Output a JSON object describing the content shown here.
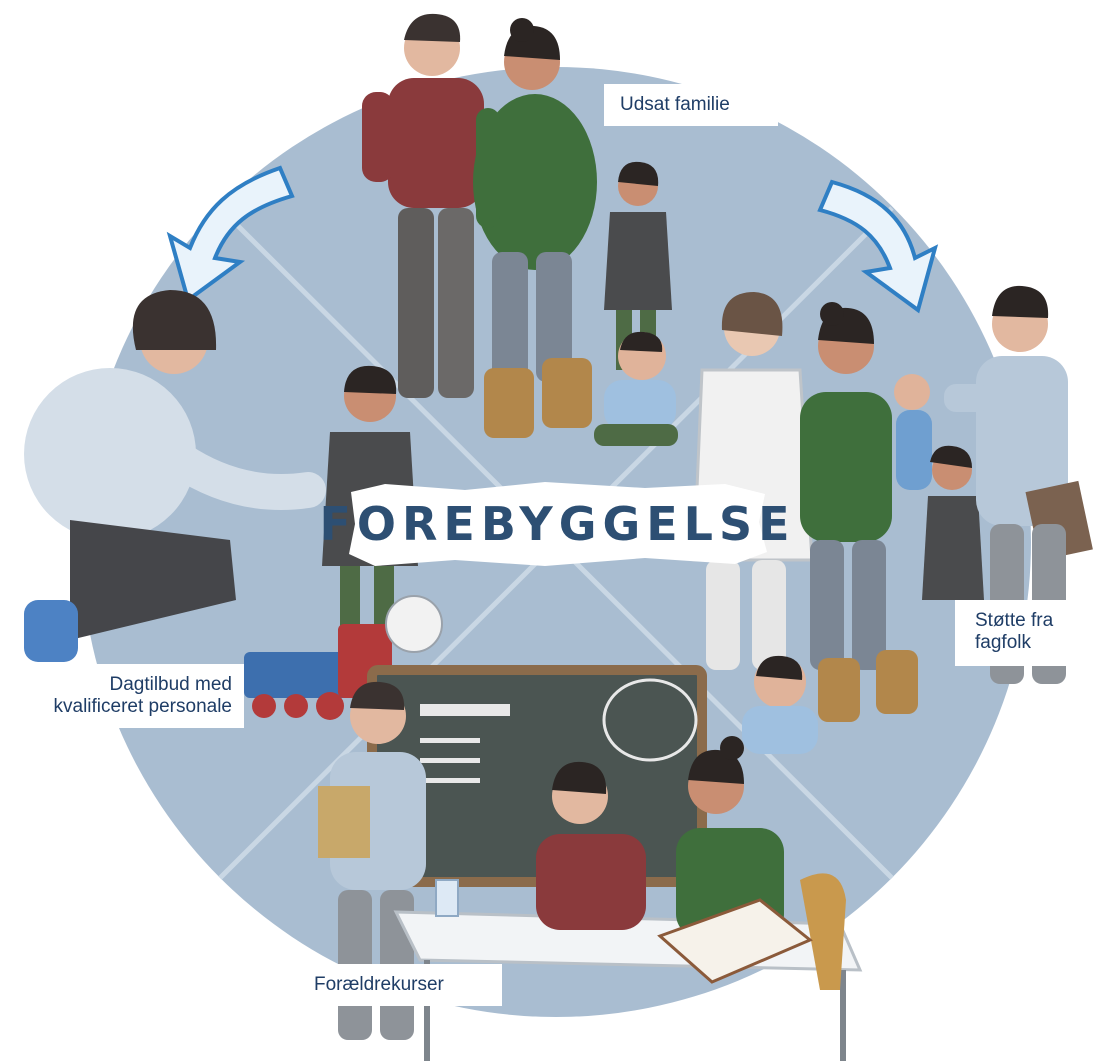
{
  "diagram": {
    "title": "FOREBYGGELSE",
    "segments": [
      {
        "id": "top",
        "label": "Udsat familie"
      },
      {
        "id": "right",
        "label": "Støtte fra fagfolk"
      },
      {
        "id": "bottom",
        "label": "Forældrekurser"
      },
      {
        "id": "left",
        "label": "Dagtilbud med kvalificeret personale"
      }
    ],
    "colors": {
      "circle": "#a9bdd1",
      "divider": "#c9d7e4",
      "arrow_fill": "#e9f3fb",
      "arrow_stroke": "#2f7fc4",
      "title": "#2d4f73",
      "label_text": "#1f3d66"
    }
  }
}
